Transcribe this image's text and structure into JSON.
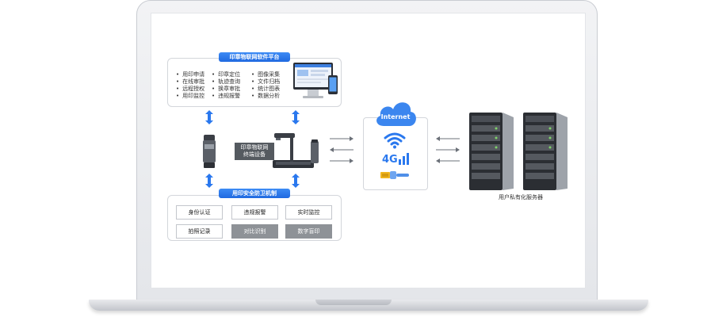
{
  "platform": {
    "title": "印章物联网软件平台",
    "features": [
      [
        "用印申请",
        "在线审批",
        "远程授权",
        "用印监控"
      ],
      [
        "印章定位",
        "轨迹查询",
        "换章审批",
        "违规报警"
      ],
      [
        "图像采集",
        "文件归档",
        "统计图表",
        "数据分析"
      ]
    ]
  },
  "terminal": {
    "label": "印章物联网\n终端设备"
  },
  "security": {
    "title": "用印安全防卫机制",
    "items": [
      "身份认证",
      "违规报警",
      "实时监控",
      "拍照记录",
      "对比识别",
      "数字盲印"
    ]
  },
  "internet": {
    "cloud_label": "Internet",
    "signal_label": "4G"
  },
  "server": {
    "label": "用户私有化服务器"
  },
  "colors": {
    "accent": "#2a78ee",
    "arrow": "#2a78ee",
    "dark_button": "#8e9297"
  }
}
